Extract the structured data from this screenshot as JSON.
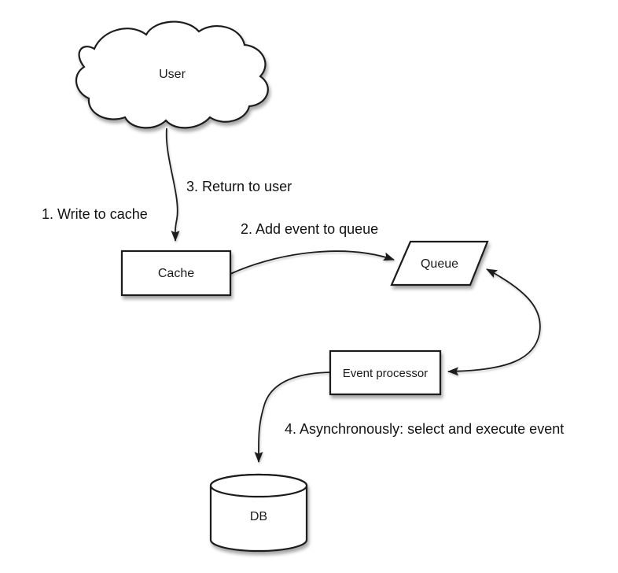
{
  "diagram": {
    "type": "flowchart",
    "background_color": "#ffffff",
    "stroke_color": "#1c1c1c",
    "node_fill_color": "#ffffff",
    "text_color": "#1a1a1a",
    "nodes": [
      {
        "id": "user",
        "shape": "cloud",
        "label": "User"
      },
      {
        "id": "cache",
        "shape": "rectangle",
        "label": "Cache"
      },
      {
        "id": "queue",
        "shape": "parallelogram",
        "label": "Queue"
      },
      {
        "id": "event_processor",
        "shape": "rectangle",
        "label": "Event processor"
      },
      {
        "id": "db",
        "shape": "cylinder",
        "label": "DB"
      }
    ],
    "steps": [
      {
        "n": 1,
        "label": "1. Write to cache"
      },
      {
        "n": 2,
        "label": "2. Add event to queue"
      },
      {
        "n": 3,
        "label": "3. Return to user"
      },
      {
        "n": 4,
        "label": "4. Asynchronously: select and execute event"
      }
    ],
    "edges": [
      {
        "from": "user",
        "to": "cache",
        "direction": "one-way",
        "style": "curved"
      },
      {
        "from": "cache",
        "to": "queue",
        "direction": "one-way",
        "style": "curved"
      },
      {
        "from": "queue",
        "to": "event_processor",
        "direction": "two-way",
        "style": "curved"
      },
      {
        "from": "event_processor",
        "to": "db",
        "direction": "one-way",
        "style": "curved"
      }
    ]
  }
}
